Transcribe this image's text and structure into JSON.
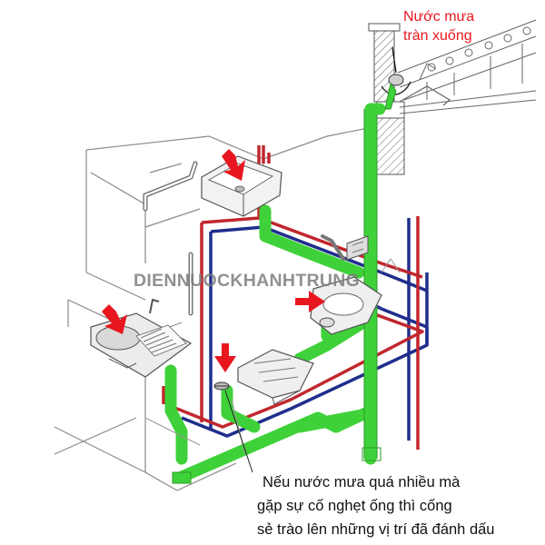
{
  "rain_label": {
    "line1": "Nước mưa",
    "line2": "tràn xuống"
  },
  "watermark": "DIENNUOCKHANHTRUNG",
  "note": {
    "line1": "Nếu nước mưa quá nhiều mà",
    "line2": "gặp sự cố nghẹt ống thì cống",
    "line3": "sẻ trào lên những vị trí đã đánh dấu"
  },
  "colors": {
    "drain_pipe": "#3fd13a",
    "hot_pipe": "#c0272d",
    "cold_pipe": "#1f2e8c",
    "marker_arrow": "#e8161f",
    "linework": "#8a8a8a"
  }
}
